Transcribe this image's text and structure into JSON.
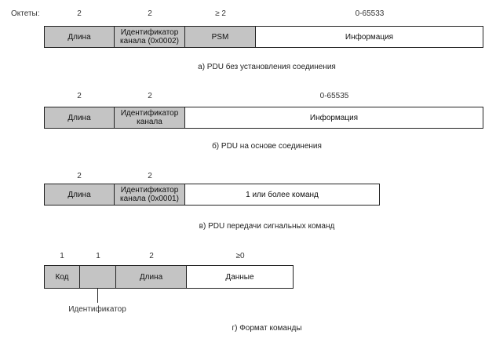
{
  "pdu_a": {
    "octets_label": "Октеты:",
    "sizes": [
      "2",
      "2",
      "≥ 2",
      "0-65533"
    ],
    "fields": [
      "Длина",
      "Идентификатор канала (0x0002)",
      "PSM",
      "Информация"
    ],
    "caption": "а) PDU без установления соединения"
  },
  "pdu_b": {
    "sizes": [
      "2",
      "2",
      "0-65535"
    ],
    "fields": [
      "Длина",
      "Идентификатор канала",
      "Информация"
    ],
    "caption": "б) PDU на основе соединения"
  },
  "pdu_c": {
    "sizes": [
      "2",
      "2"
    ],
    "fields": [
      "Длина",
      "Идентификатор канала (0x0001)",
      "1 или более команд"
    ],
    "caption": "в) PDU передачи сигнальных команд"
  },
  "pdu_d": {
    "sizes": [
      "1",
      "1",
      "2",
      "≥0"
    ],
    "fields": [
      "Код",
      "",
      "Длина",
      "Данные"
    ],
    "pointer_label": "Идентификатор",
    "caption": "г) Формат команды"
  }
}
